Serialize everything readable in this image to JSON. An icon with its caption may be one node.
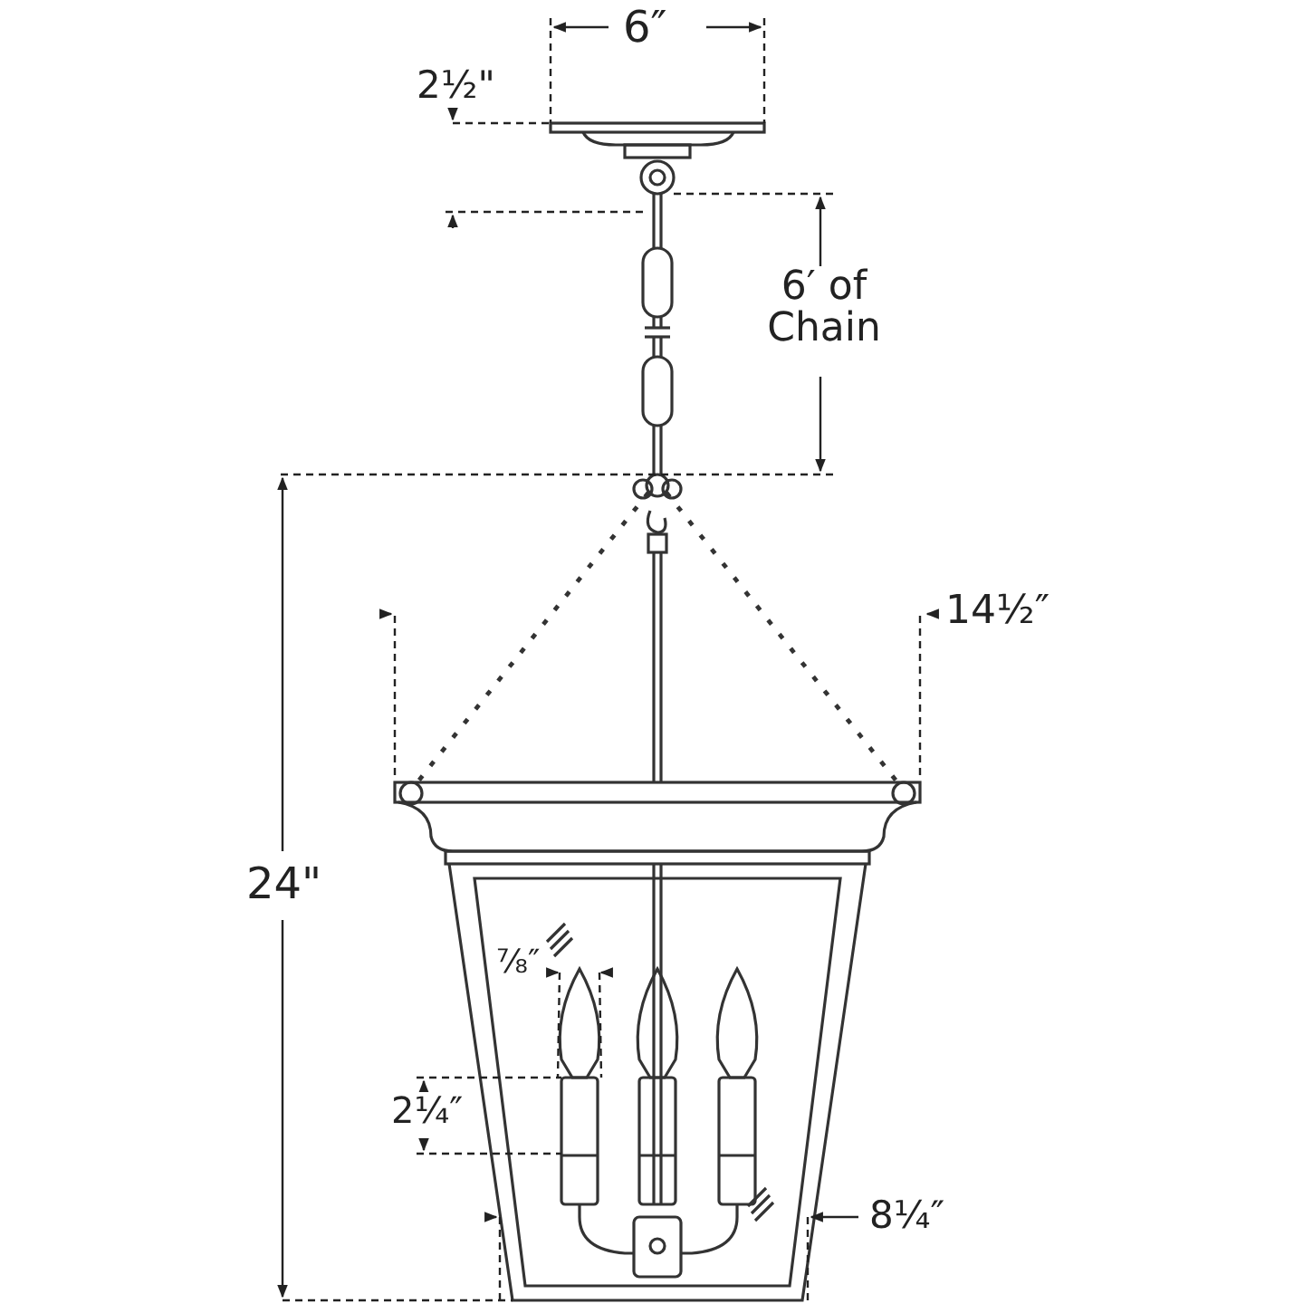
{
  "diagram": {
    "labels": [
      "6″",
      "2½\"",
      "6′ of Chain",
      "14½″",
      "24\"",
      "⅞″",
      "2¼″",
      "8¼″"
    ]
  }
}
